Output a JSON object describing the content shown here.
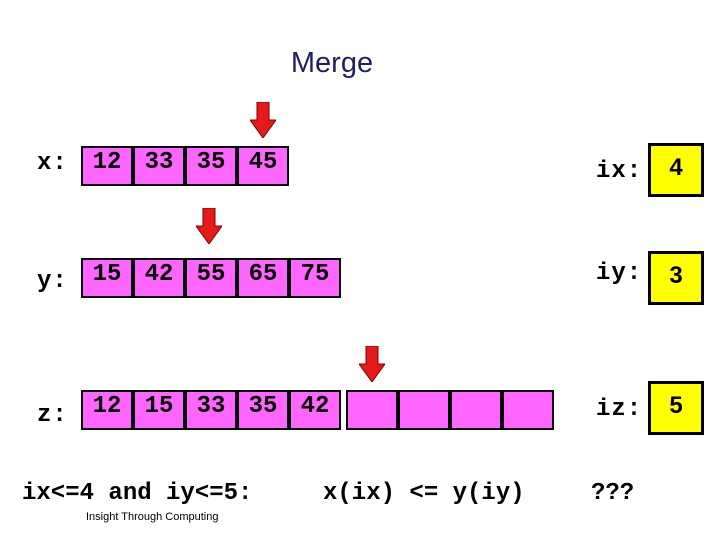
{
  "title": "Merge",
  "rows": {
    "x": {
      "label": "x:",
      "values": [
        "12",
        "33",
        "35",
        "45"
      ],
      "index_label": "ix:",
      "index_value": "4"
    },
    "y": {
      "label": "y:",
      "values": [
        "15",
        "42",
        "55",
        "65",
        "75"
      ],
      "index_label": "iy:",
      "index_value": "3"
    },
    "z": {
      "label": "z:",
      "values": [
        "12",
        "15",
        "33",
        "35",
        "42",
        "",
        "",
        "",
        "",
        ""
      ],
      "index_label": "iz:",
      "index_value": "5"
    }
  },
  "bottom": {
    "condition": "ix<=4 and iy<=5:",
    "comparison": "x(ix) <= y(iy)",
    "question": "???"
  },
  "footer": "Insight Through Computing",
  "colors": {
    "cell_fill": "#ff66ff",
    "index_fill": "#ffff00",
    "arrow": "#e61a1a",
    "title": "#1f1f66"
  }
}
